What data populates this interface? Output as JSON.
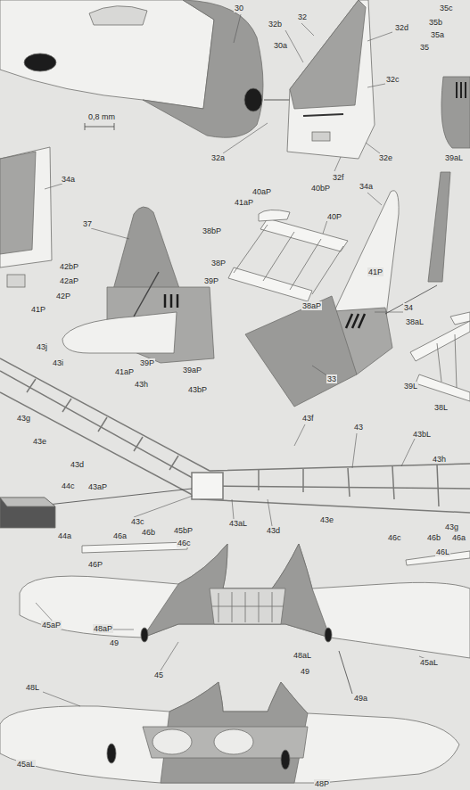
{
  "diagram": {
    "labels": [
      "30",
      "32",
      "32b",
      "30a",
      "32d",
      "35c",
      "35b",
      "35a",
      "35",
      "32c",
      "32a",
      "32e",
      "32f",
      "39aL",
      "0,8 mm",
      "34a",
      "37",
      "41aP",
      "40aP",
      "40bP",
      "34a",
      "40P",
      "38bP",
      "42bP",
      "42aP",
      "41P",
      "38P",
      "39P",
      "42P",
      "38aP",
      "41P",
      "34",
      "38aL",
      "39P",
      "39aP",
      "41aP",
      "33",
      "39L",
      "38L",
      "43j",
      "43i",
      "43h",
      "43bP",
      "43g",
      "43f",
      "43",
      "43bL",
      "43e",
      "43h",
      "43d",
      "44c",
      "43aP",
      "43c",
      "43aL",
      "43d",
      "43e",
      "44a",
      "46a",
      "46b",
      "45bP",
      "46c",
      "46P",
      "46c",
      "46b",
      "46a",
      "46L",
      "43g",
      "45aP",
      "48aP",
      "49",
      "45",
      "48aL",
      "49",
      "49a",
      "45aL",
      "48L",
      "45aL",
      "48P"
    ]
  }
}
